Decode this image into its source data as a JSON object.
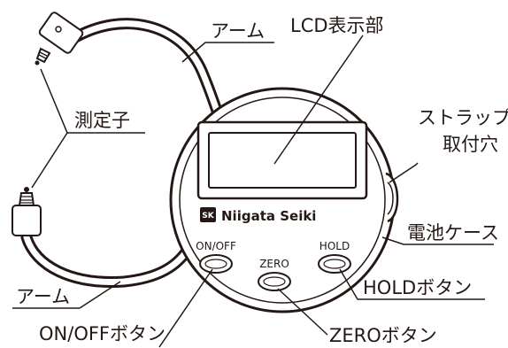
{
  "labels": {
    "arm_top": "アーム",
    "lcd_display": "LCD表示部",
    "probe": "測定子",
    "strap_line1": "ストラップ",
    "strap_line2": "取付穴",
    "battery_case": "電池ケース",
    "arm_bottom": "アーム",
    "hold_button": "HOLDボタン",
    "onoff_button": "ON/OFFボタン",
    "zero_button": "ZEROボタン"
  },
  "device": {
    "logo": "SK",
    "brand": "Niigata Seiki",
    "buttons": {
      "onoff": "ON/OFF",
      "zero": "ZERO",
      "hold": "HOLD"
    }
  }
}
